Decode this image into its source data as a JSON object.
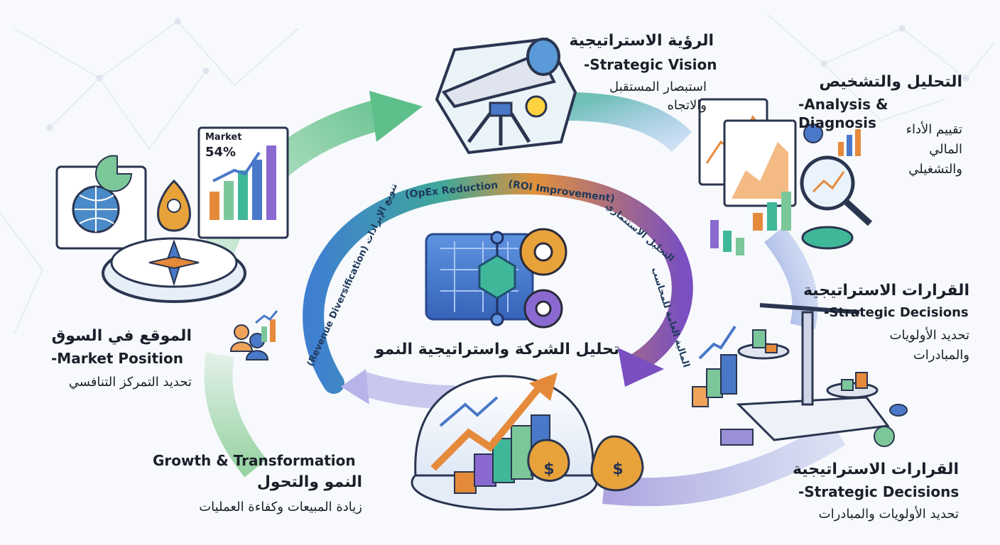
{
  "center": {
    "title": "تحليل الشركة واستراتيجية النمو",
    "ring_texts": {
      "opex": "(OpEx Reduction",
      "roi": "(ROI Improvement)",
      "revenue_div": "(Revenue Diversification) تنويع الإيرادات",
      "invest_left": "التحليل الاستثماري",
      "invest_right": "المالية العامة للمحاسب"
    }
  },
  "stages": {
    "vision": {
      "ar": "الرؤية الاستراتيجية",
      "en": "-Strategic Vision",
      "desc1": "استبصار المستقبل",
      "desc2": "والاتجاه"
    },
    "analysis": {
      "ar": "التحليل والتشخيص",
      "en": "-Analysis & Diagnosis",
      "desc1": "تقييم الأداء",
      "desc2": "المالي",
      "desc3": "والتشغيلي"
    },
    "decisions1": {
      "ar": "القرارات الاستراتيجية",
      "en": "-Strategic Decisions",
      "desc1": "تحديد الأولويات",
      "desc2": "والمبادرات"
    },
    "decisions2": {
      "ar": "القرارات الاستراتيجية",
      "en": "-Strategic Decisions",
      "desc1": "تحديد الأولويات والمبادرات"
    },
    "growth": {
      "en": "Growth & Transformation",
      "ar": "النمو والتحول",
      "desc1": "زيادة المبيعات وكفاءة العمليات"
    },
    "market": {
      "ar": "الموقع في السوق",
      "en": "-Market Position",
      "desc1": "تحديد التمركز التنافسي"
    }
  },
  "market_chart": {
    "label1": "Market",
    "label2": "54%"
  },
  "icons": {
    "vision": "telescope-icon",
    "analysis": "magnifier-chart-icon",
    "decisions": "balance-scale-icon",
    "growth": "growth-chart-money-icon",
    "market": "compass-pin-icon",
    "center": "blueprint-gears-icon"
  },
  "colors": {
    "green": "#7cc79a",
    "teal": "#5fb3b3",
    "blue": "#4a78c8",
    "purple": "#7a5cc0",
    "orange": "#e58a3a",
    "text": "#1b1f2a"
  }
}
